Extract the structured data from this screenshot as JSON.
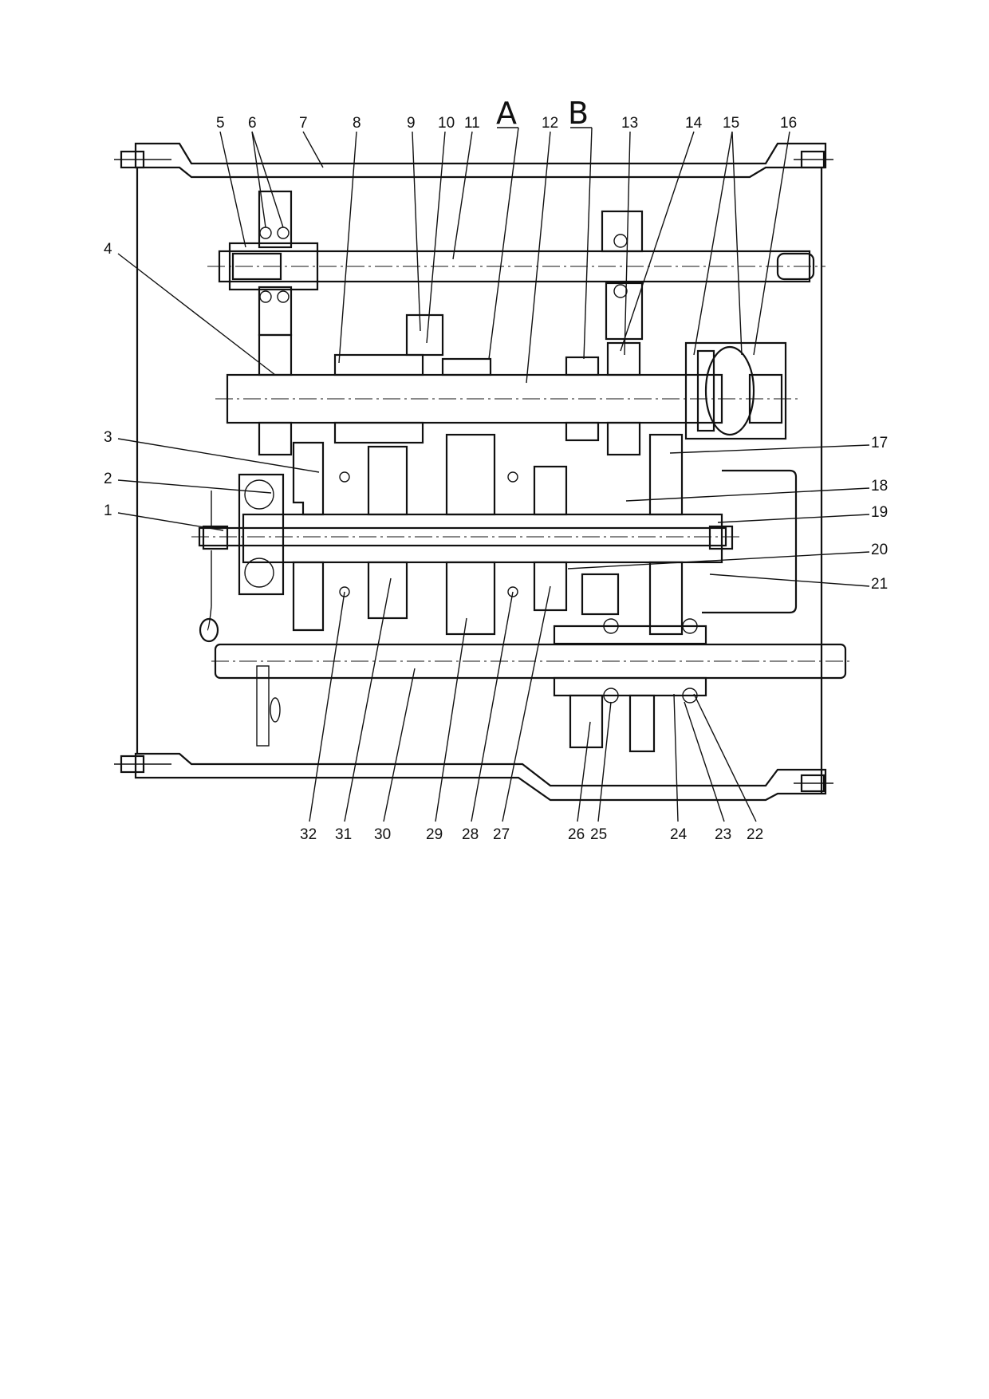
{
  "drawing": {
    "section_marks": [
      "A",
      "B"
    ],
    "callouts_top": [
      "5",
      "6",
      "7",
      "8",
      "9",
      "10",
      "11",
      "12",
      "13",
      "14",
      "15",
      "16"
    ],
    "callouts_left": [
      "4",
      "3",
      "2",
      "1"
    ],
    "callouts_right": [
      "17",
      "18",
      "19",
      "20",
      "21"
    ],
    "callouts_bottom": [
      "32",
      "31",
      "30",
      "29",
      "28",
      "27",
      "26",
      "25",
      "24",
      "23",
      "22"
    ]
  }
}
